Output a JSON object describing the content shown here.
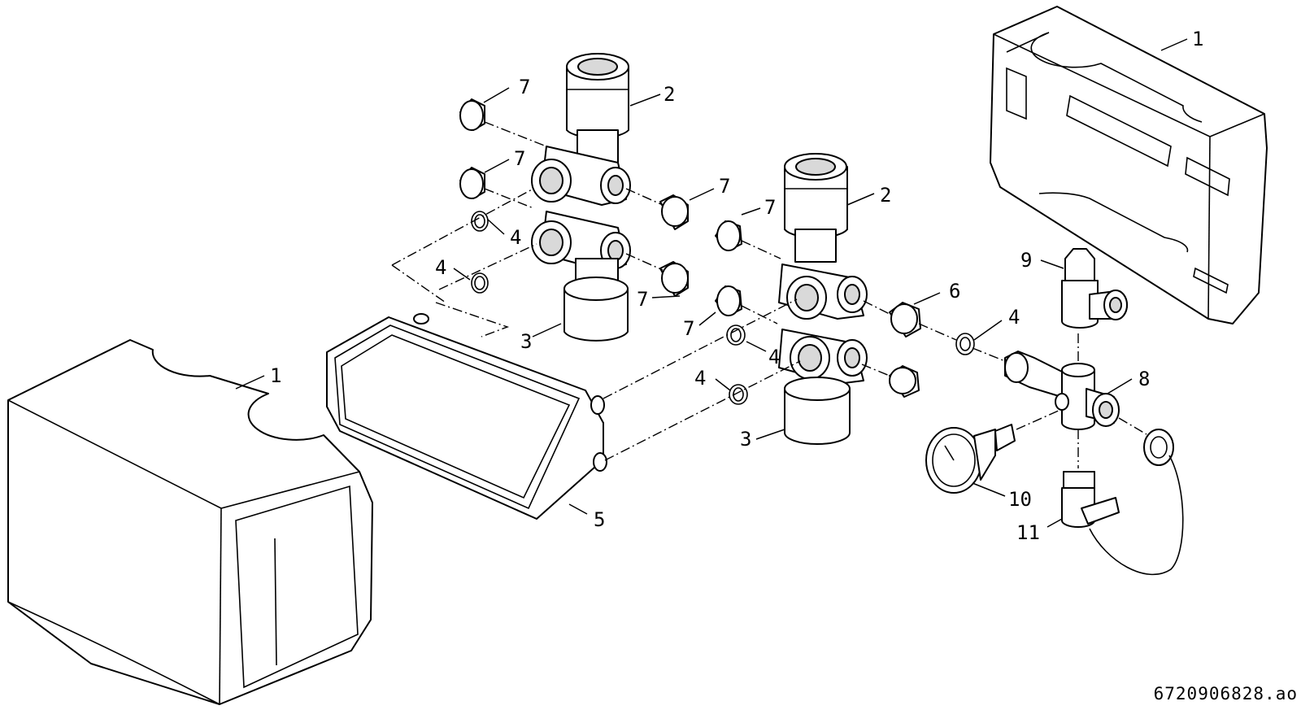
{
  "diagram": {
    "doc_code": "6720906828.ao",
    "labels": {
      "cover_front": "1",
      "cover_back": "1",
      "valve_body_left": "2",
      "valve_body_right": "2",
      "pipe_lower_left": "3",
      "pipe_lower_right": "3",
      "seal_a": "4",
      "seal_b": "4",
      "seal_c": "4",
      "seal_d": "4",
      "seal_e": "4",
      "heat_exchanger": "5",
      "fitting": "6",
      "plug_a": "7",
      "plug_b": "7",
      "plug_c": "7",
      "plug_d": "7",
      "plug_e": "7",
      "plug_f": "7",
      "tee_piece": "8",
      "safety_valve": "9",
      "pressure_gauge": "10",
      "drain_valve": "11"
    }
  }
}
